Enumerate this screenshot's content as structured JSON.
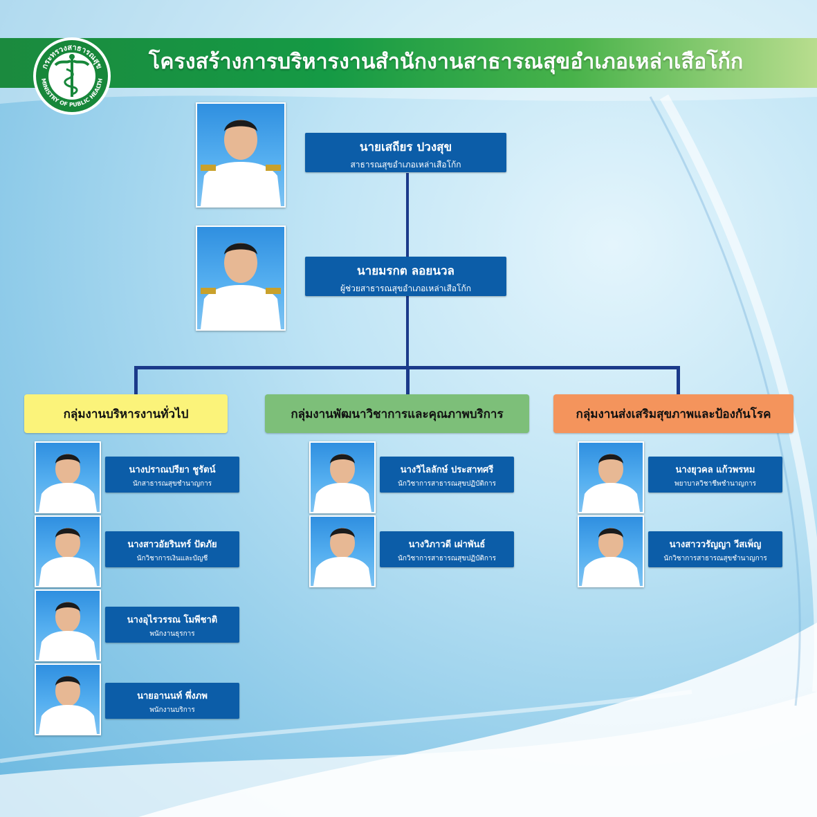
{
  "title": "โครงสร้างการบริหารงานสำนักงานสาธารณสุขอำเภอเหล่าเสือโก้ก",
  "logo": {
    "icon": "ministry-of-public-health-logo",
    "text_top": "กระทรวงสาธารณสุข",
    "text_bottom": "MINISTRY OF PUBLIC HEALTH"
  },
  "head": {
    "name": "นายเสถียร ปวงสุข",
    "role": "สาธารณสุขอำเภอเหล่าเสือโก้ก"
  },
  "assistant": {
    "name": "นายมรกต ลอยนวล",
    "role": "ผู้ช่วยสาธารณสุขอำเภอเหล่าเสือโก้ก"
  },
  "groups": [
    {
      "label": "กลุ่มงานบริหารงานทั่วไป",
      "color": "#fbf37a",
      "staff": [
        {
          "name": "นางปราณปรียา ชูรัตน์",
          "role": "นักสาธารณสุขชำนาญการ"
        },
        {
          "name": "นางสาวอัยรินทร์ ปัดภัย",
          "role": "นักวิชาการเงินและบัญชี"
        },
        {
          "name": "นางอุไรวรรณ โมพีชาติ",
          "role": "พนักงานธุรการ"
        },
        {
          "name": "นายอานนท์ พึ่งภพ",
          "role": "พนักงานบริการ"
        }
      ]
    },
    {
      "label": "กลุ่มงานพัฒนาวิชาการและคุณภาพบริการ",
      "color": "#7dbf79",
      "staff": [
        {
          "name": "นางวิไลลักษ์ ประสาทศรี",
          "role": "นักวิชาการสาธารณสุขปฏิบัติการ"
        },
        {
          "name": "นางวิภาวดี เผ่าพันธ์",
          "role": "นักวิชาการสาธารณสุขปฏิบัติการ"
        }
      ]
    },
    {
      "label": "กลุ่มงานส่งเสริมสุขภาพและป้องกันโรค",
      "color": "#f4945c",
      "staff": [
        {
          "name": "นางยุวคล แก้วพรหม",
          "role": "พยาบาลวิชาชีพชำนาญการ"
        },
        {
          "name": "นางสาววรัญญา วีสเพ็ญ",
          "role": "นักวิชาการสาธารณสุขชำนาญการ"
        }
      ]
    }
  ]
}
